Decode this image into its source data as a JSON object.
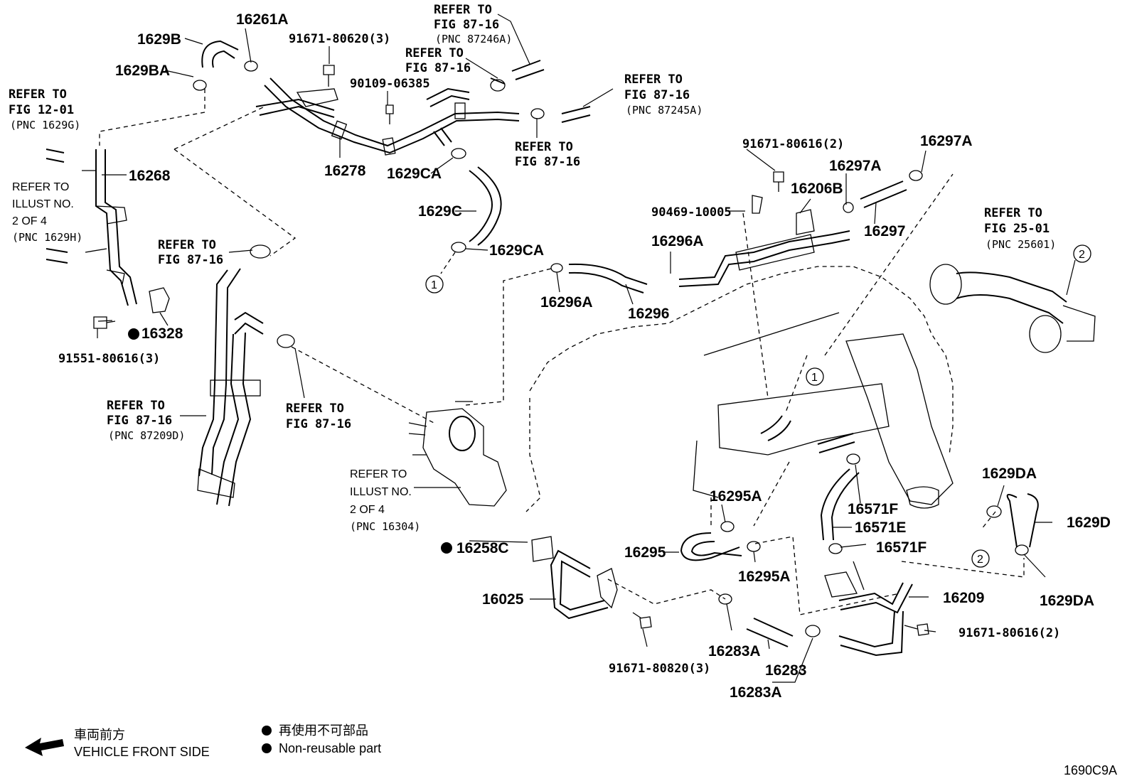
{
  "labels": {
    "p1629B": "1629B",
    "p16261A": "16261A",
    "p1629BA": "1629BA",
    "p16268": "16268",
    "p16278": "16278",
    "p1629CA_top": "1629CA",
    "p1629C": "1629C",
    "p1629CA_bot": "1629CA",
    "p16296A_r": "16296A",
    "p16296A_l": "16296A",
    "p16296": "16296",
    "p16206B": "16206B",
    "p16297A_a": "16297A",
    "p16297A_b": "16297A",
    "p16297": "16297",
    "p16328": "16328",
    "p16258C": "16258C",
    "p16025": "16025",
    "p16295A_top": "16295A",
    "p16295": "16295",
    "p16295A_bot": "16295A",
    "p16571F_top": "16571F",
    "p16571E": "16571E",
    "p16571F_bot": "16571F",
    "p1629DA_top": "1629DA",
    "p1629D": "1629D",
    "p1629DA_bot": "1629DA",
    "p16209": "16209",
    "p16283A_top": "16283A",
    "p16283": "16283",
    "p16283A_bot": "16283A",
    "b91671_80620": "91671-80620(3)",
    "b90109_06385": "90109-06385",
    "b91671_80616_top": "91671-80616(2)",
    "b90469_10005": "90469-10005",
    "b91551_80616": "91551-80616(3)",
    "b91671_80820": "91671-80820(3)",
    "b91671_80616_bot": "91671-80616(2)"
  },
  "refs": {
    "r1_l1": "REFER TO",
    "r1_l2": "FIG 87-16",
    "r1_l3": "(PNC 87246A)",
    "r2_l1": "REFER TO",
    "r2_l2": "FIG 87-16",
    "r3_l1": "REFER TO",
    "r3_l2": "FIG 87-16",
    "r3_l3": "(PNC 87245A)",
    "r4_l1": "REFER TO",
    "r4_l2": "FIG 87-16",
    "r5_l1": "REFER TO",
    "r5_l2": "FIG 12-01",
    "r5_l3": "(PNC 1629G)",
    "r6_l1": "REFER TO",
    "r6_l2": "ILLUST NO.",
    "r6_l3": "2 OF 4",
    "r6_l4": "(PNC 1629H)",
    "r7_l1": "REFER TO",
    "r7_l2": "FIG 87-16",
    "r8_l1": "REFER TO",
    "r8_l2": "FIG 87-16",
    "r8_l3": "(PNC 87209D)",
    "r9_l1": "REFER TO",
    "r9_l2": "FIG 87-16",
    "r10_l1": "REFER TO",
    "r10_l2": "ILLUST NO.",
    "r10_l3": "2 OF 4",
    "r10_l4": "(PNC 16304)",
    "r11_l1": "REFER TO",
    "r11_l2": "FIG 25-01",
    "r11_l3": "(PNC 25601)"
  },
  "circles": {
    "c1": "1",
    "c2": "2"
  },
  "legend": {
    "front_jp": "車両前方",
    "front_en": "VEHICLE FRONT SIDE",
    "nonreuse_jp": "再使用不可部品",
    "nonreuse_en": "Non-reusable part"
  },
  "figure_id": "1690C9A"
}
